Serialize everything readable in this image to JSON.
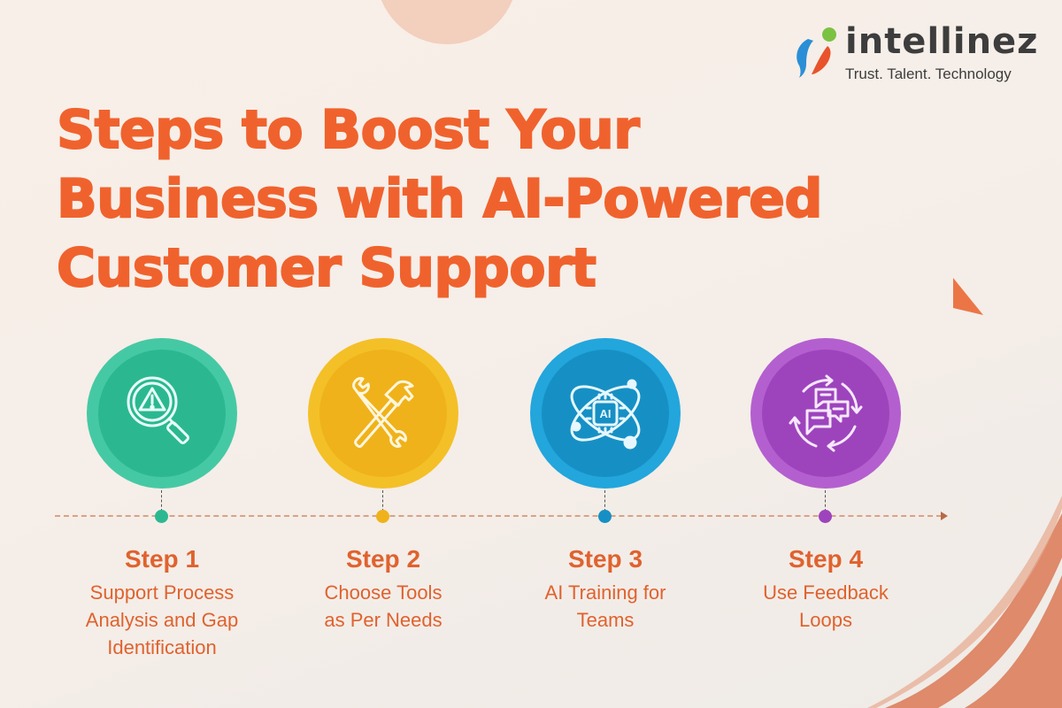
{
  "brand": {
    "name": "intellinez",
    "tagline": "Trust. Talent. Technology",
    "colors": {
      "blue": "#2a8fd6",
      "green": "#7cc242",
      "red": "#e8532b",
      "text": "#3d3d3d"
    }
  },
  "title": {
    "lines": [
      "Steps to Boost Your",
      "Business with AI-Powered",
      "Customer Support"
    ],
    "color": "#f0622d"
  },
  "steps": [
    {
      "label": "Step 1",
      "description": "Support Process Analysis and Gap Identification",
      "icon": "magnifier-warning-icon",
      "color_outer": "#45c9a4",
      "color_inner": "#2bb891"
    },
    {
      "label": "Step 2",
      "description": "Choose Tools as Per Needs",
      "icon": "wrench-hammer-icon",
      "color_outer": "#f4c027",
      "color_inner": "#efb21a"
    },
    {
      "label": "Step 3",
      "description": "AI Training for Teams",
      "icon": "ai-chip-atom-icon",
      "color_outer": "#22a6dc",
      "color_inner": "#1690c4"
    },
    {
      "label": "Step 4",
      "description": "Use Feedback Loops",
      "icon": "feedback-loop-chat-icon",
      "color_outer": "#b45fcf",
      "color_inner": "#9d44bd"
    }
  ],
  "accent": {
    "step_text": "#e0622e",
    "timeline": "#d9a285",
    "swoosh": "#de8a6b"
  }
}
